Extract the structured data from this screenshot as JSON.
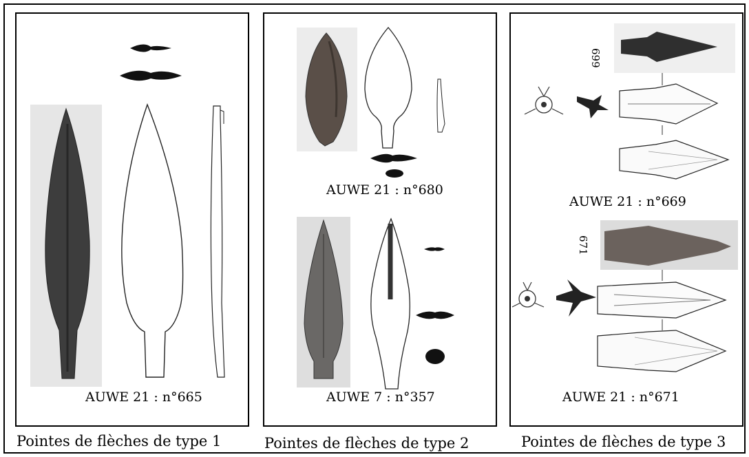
{
  "panels": [
    {
      "caption": "AUWE 21 : n°665",
      "title": "Pointes de flèches de type 1"
    },
    {
      "caption_top": "AUWE 21 : n°680",
      "caption_bottom": "AUWE 7 : n°357",
      "title": "Pointes de flèches de type 2"
    },
    {
      "caption_top": "AUWE 21 : n°669",
      "caption_bottom": "AUWE 21 : n°671",
      "title": "Pointes de flèches de type 3"
    }
  ],
  "photo_labels": {
    "p669": "699",
    "p671": "671"
  },
  "colors": {
    "border": "#000000",
    "photo_bg": "#e9e9e9",
    "metal": "#3a3a3a"
  }
}
